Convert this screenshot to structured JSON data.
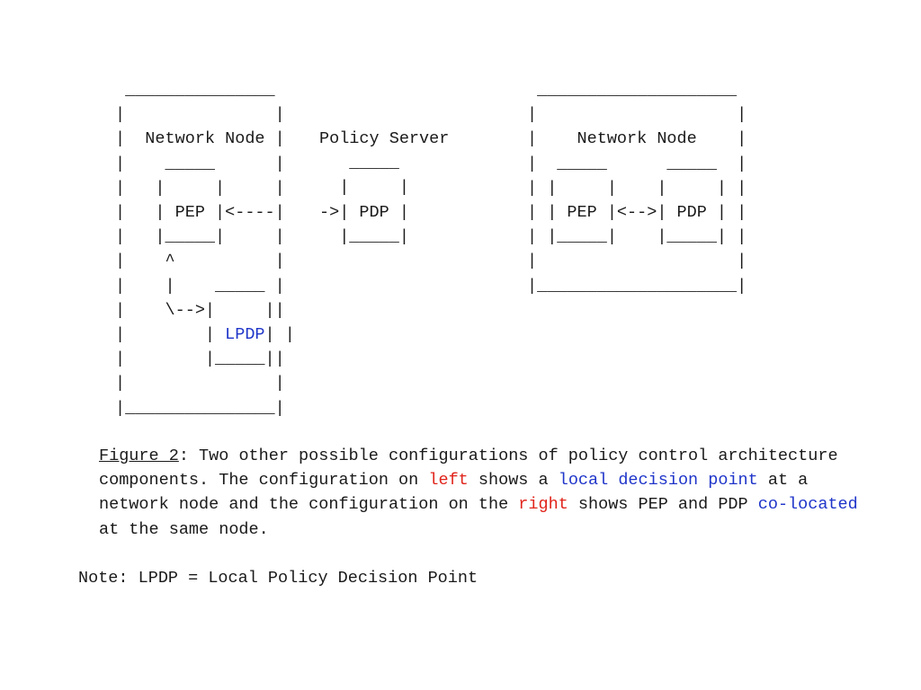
{
  "diagram": {
    "left_lines": [
      " _______________",
      "|               |",
      "|  Network Node |",
      "|    _____      |",
      "|   |     |     |",
      "|   | PEP |<----|",
      "|   |_____|     |",
      "|    ^          |",
      "|    |    _____ |",
      "|    \\-->|     ||",
      "|        | ",
      "|        |_____||",
      "|               |",
      "|_______________|"
    ],
    "left_lpdp_prefix": "|        | ",
    "left_lpdp_label": "LPDP",
    "left_lpdp_suffix": "| |",
    "server_lines": [
      "Policy Server",
      "   _____",
      "  |     |",
      "->| PDP |",
      "  |_____|"
    ],
    "right_lines": [
      " ____________________",
      "|                    |",
      "|    Network Node    |",
      "|  _____      _____  |",
      "| |     |    |     | |",
      "| | PEP |<-->| PDP | |",
      "| |_____|    |_____| |",
      "|                    |",
      "|____________________|"
    ]
  },
  "caption": {
    "figure_label": "Figure 2",
    "text_1": ": Two other possible configurations of policy control architecture components. The configuration on ",
    "left_word": "left",
    "text_2": " shows a ",
    "local_decision_point": "local decision point",
    "text_3": " at a network node and the configuration on the ",
    "right_word": "right",
    "text_4": " shows PEP and PDP ",
    "co_located": "co-located",
    "text_5": " at the same node."
  },
  "note": "Note: LPDP = Local Policy Decision Point",
  "colors": {
    "text": "#1a1a1a",
    "highlight_blue": "#1f35c9",
    "highlight_red": "#e0241b",
    "background": "#ffffff"
  }
}
